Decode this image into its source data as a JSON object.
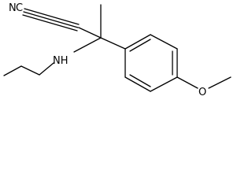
{
  "molecule": {
    "atoms": {
      "nitrile_n": "N",
      "nitrile_c": "C",
      "amine": "NH",
      "ether_o": "O"
    },
    "colors": {
      "bond": "#000000",
      "label": "#000000",
      "background": "#ffffff"
    }
  }
}
